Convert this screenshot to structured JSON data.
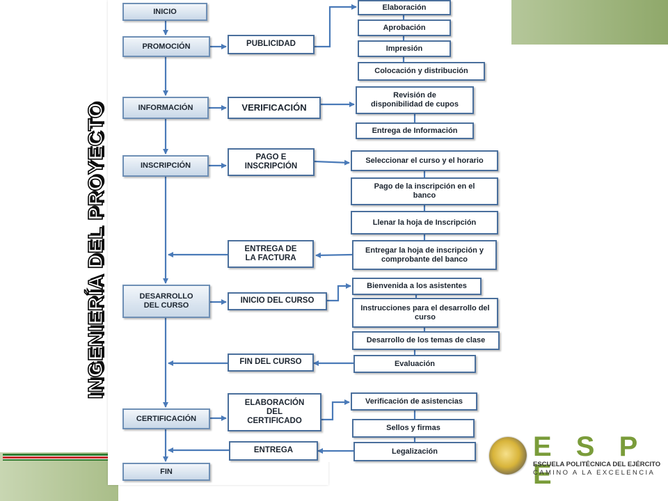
{
  "slide_title": "INGENIERÍA DEL PROYECTO",
  "colors": {
    "box_border": "#4a6f9c",
    "main_fill_top": "#f2f6fa",
    "main_fill_bottom": "#c9d8e8",
    "arrow": "#4a7ab8",
    "corner_green": "#9fb478",
    "logo_green": "#7a9c3a"
  },
  "flow": {
    "main": {
      "inicio": "INICIO",
      "promocion": "PROMOCIÓN",
      "informacion": "INFORMACIÓN",
      "inscripcion": "INSCRIPCIÓN",
      "desarrollo": "DESARROLLO DEL CURSO",
      "certificacion": "CERTIFICACIÓN",
      "fin": "FIN"
    },
    "mid": {
      "publicidad": "PUBLICIDAD",
      "verificacion": "VERIFICACIÓN",
      "pago": "PAGO E INSCRIPCIÓN",
      "entrega_factura": "ENTREGA DE LA FACTURA",
      "inicio_curso": "INICIO DEL CURSO",
      "fin_curso": "FIN DEL CURSO",
      "elaboracion_cert": "ELABORACIÓN DEL CERTIFICADO",
      "entrega": "ENTREGA"
    },
    "right": {
      "elaboracion": "Elaboración",
      "aprobacion": "Aprobación",
      "impresion": "Impresión",
      "colocacion": "Colocación y distribución",
      "revision": "Revisión de disponibilidad de cupos",
      "entrega_info": "Entrega de Información",
      "seleccionar": "Seleccionar el curso y el horario",
      "pago_banco": "Pago de la inscripción en el banco",
      "llenar": "Llenar la hoja de Inscripción",
      "entregar_hoja": "Entregar la hoja de inscripción y comprobante del banco",
      "bienvenida": "Bienvenida a los asistentes",
      "instrucciones": "Instrucciones para el desarrollo del curso",
      "desarrollo_temas": "Desarrollo de los temas de clase",
      "evaluacion": "Evaluación",
      "verif_asistencias": "Verificación de asistencias",
      "sellos": "Sellos y firmas",
      "legalizacion": "Legalización"
    }
  },
  "logo": {
    "letters": "E S P E",
    "line1": "ESCUELA POLITÉCNICA DEL EJÉRCITO",
    "line2": "CAMINO A LA EXCELENCIA"
  }
}
